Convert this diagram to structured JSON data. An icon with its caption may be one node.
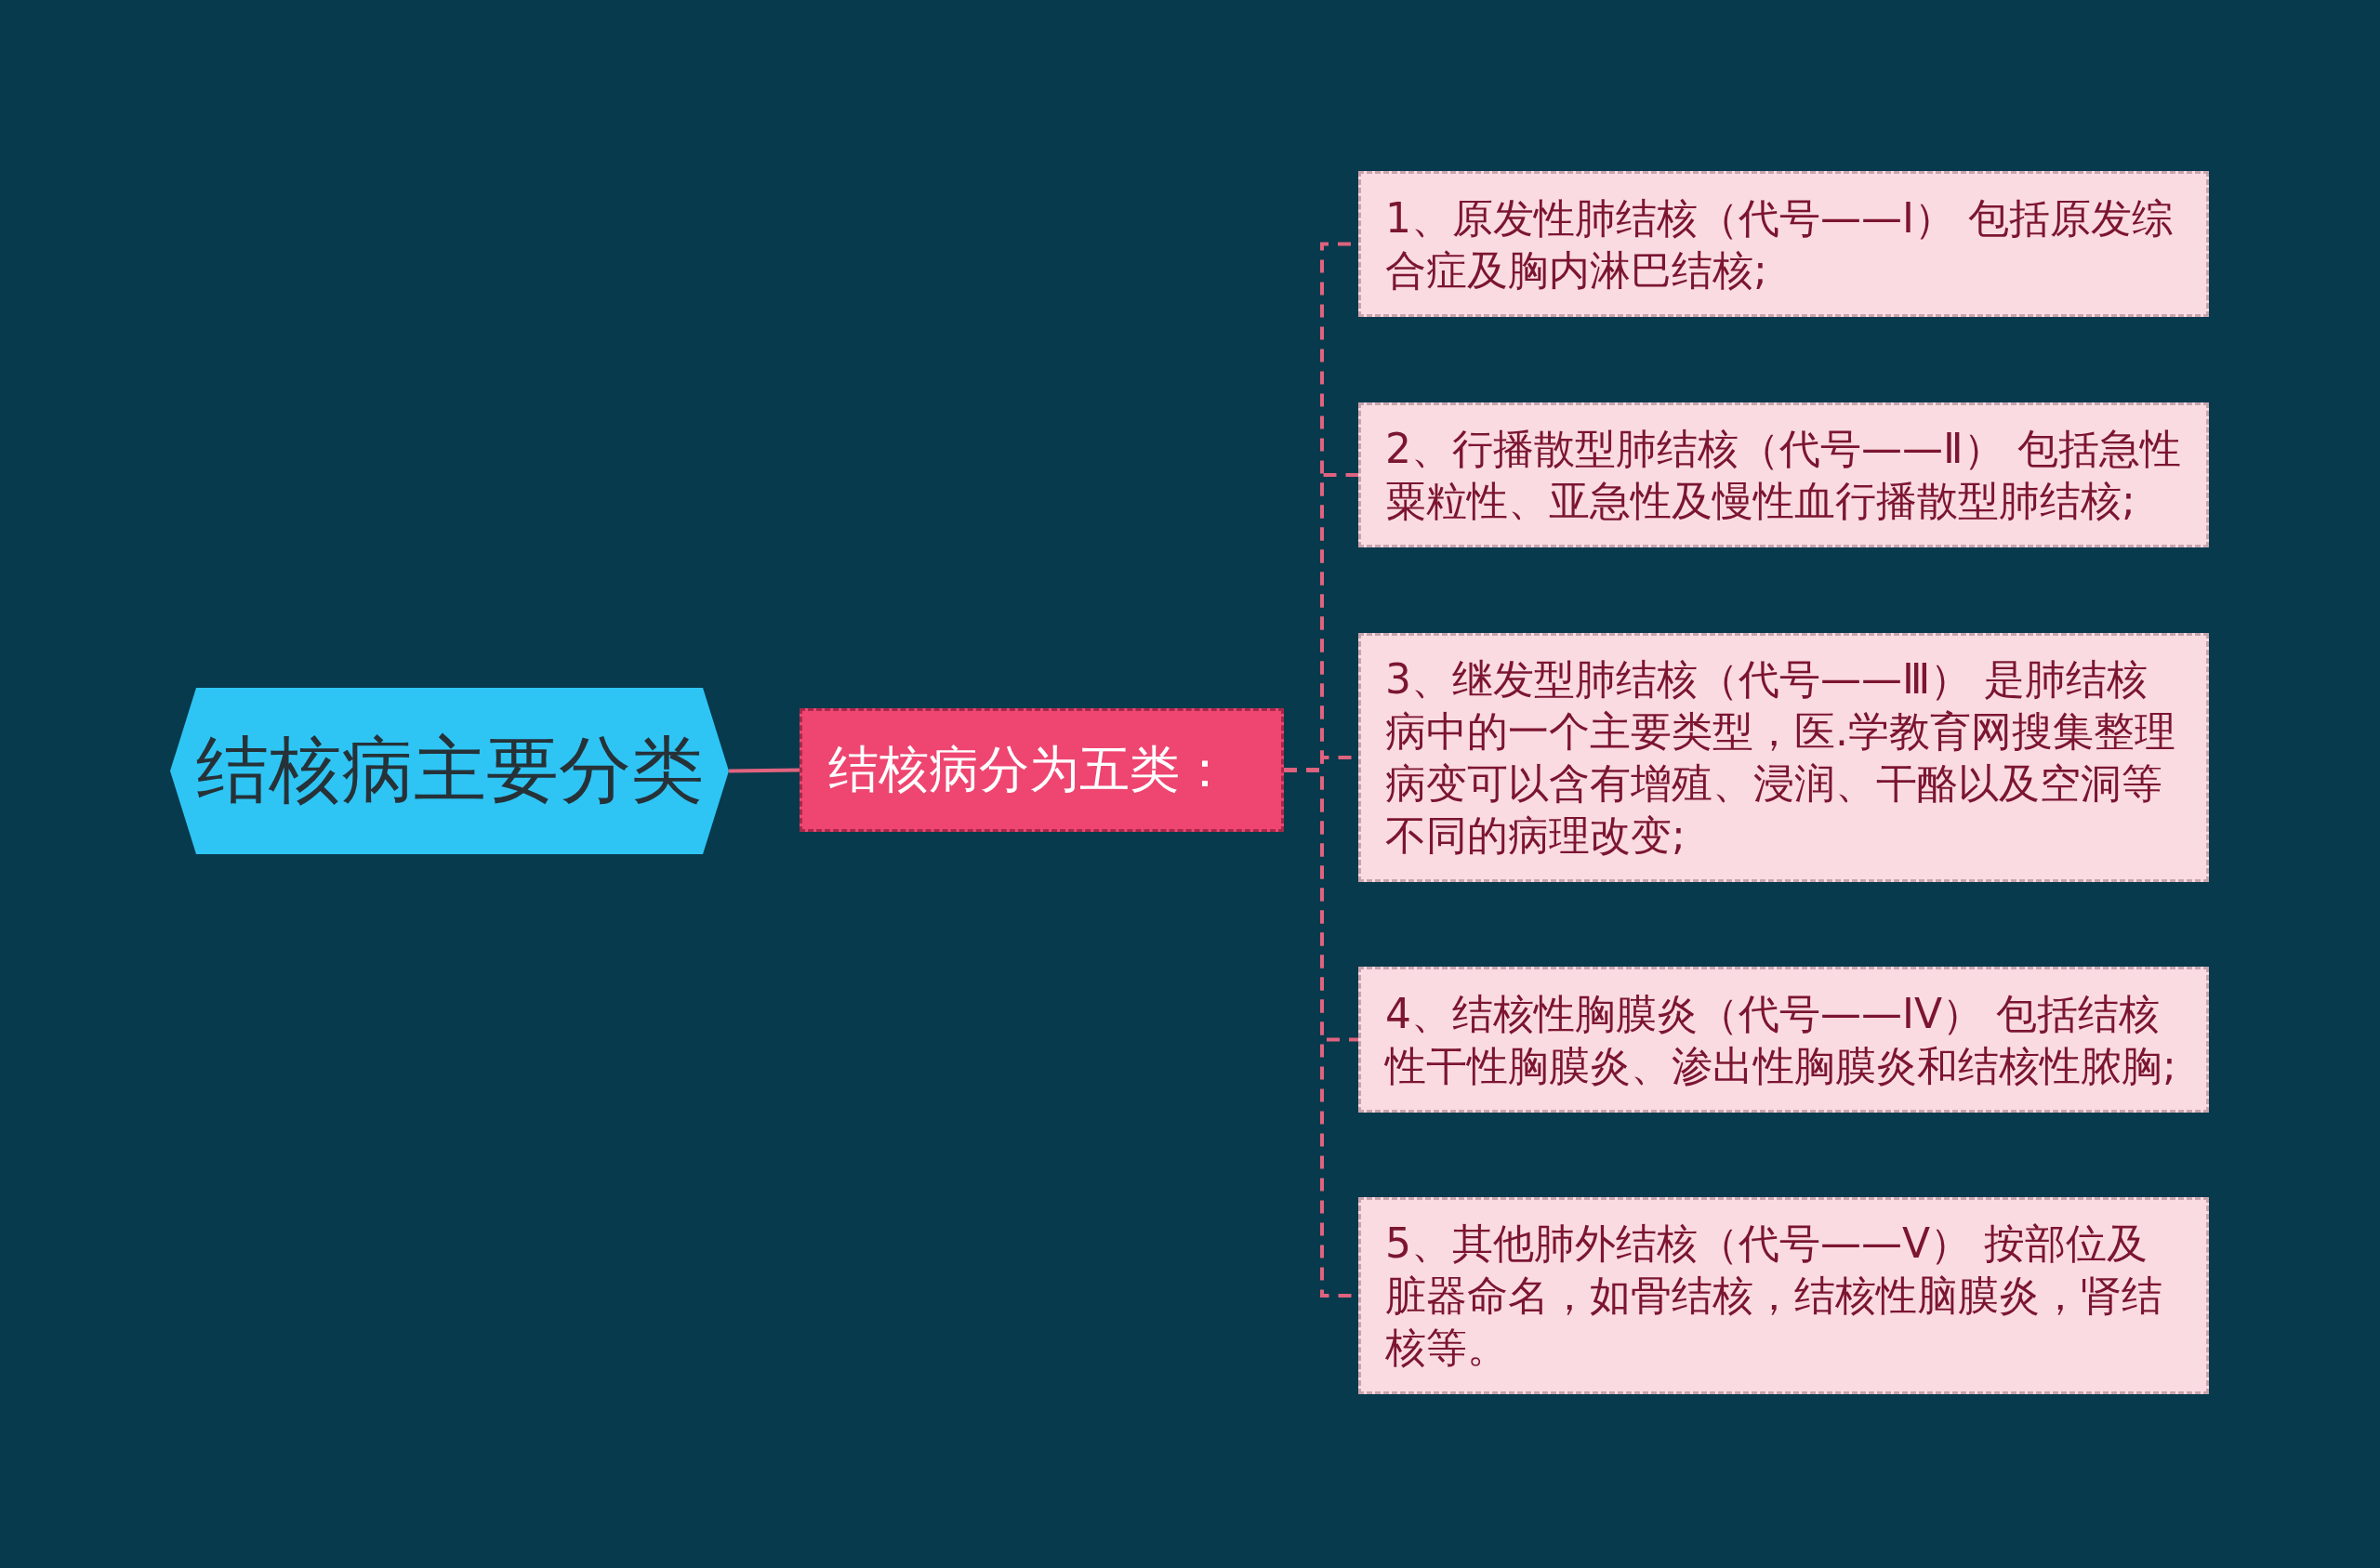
{
  "diagram": {
    "nodes": [
      {
        "text": [
          "结核病分为五类："
        ]
      },
      {
        "text": [
          "1、原发性肺结核（代号——Ⅰ） 包括原发综合症及胸内淋巴结核;"
        ]
      },
      {
        "text": [
          "2、行播散型肺结核（代号——Ⅱ） 包括急性粟粒性、亚急性及慢性血行播散型肺结核;"
        ]
      },
      {
        "text": [
          "3、继发型肺结核（代号——Ⅲ） 是肺结核病中的一个主要类型，医.学教育网搜集整理病变可以含有增殖、浸润、干酪以及空洞等不同的病理改变;"
        ]
      },
      {
        "text": [
          "4、结核性胸膜炎（代号——IV） 包括结核性干性胸膜炎、渗出性胸膜炎和结核性脓胸;"
        ]
      },
      {
        "text": [
          "5、其他肺外结核（代号——Ⅴ） 按部位及脏器命名，如骨结核，结核性脑膜炎，肾结核等。"
        ]
      },
      {
        "text": [
          "结核病主要分类"
        ]
      }
    ],
    "edges": [
      {
        "from": 6,
        "to": 0,
        "arrow": "none"
      },
      {
        "from": 0,
        "to": 1,
        "arrow": "none",
        "style": "dashed"
      },
      {
        "from": 0,
        "to": 2,
        "arrow": "none",
        "style": "dashed"
      },
      {
        "from": 0,
        "to": 3,
        "arrow": "none",
        "style": "dashed"
      },
      {
        "from": 0,
        "to": 4,
        "arrow": "none",
        "style": "dashed"
      },
      {
        "from": 0,
        "to": 5,
        "arrow": "none",
        "style": "dashed"
      }
    ]
  }
}
